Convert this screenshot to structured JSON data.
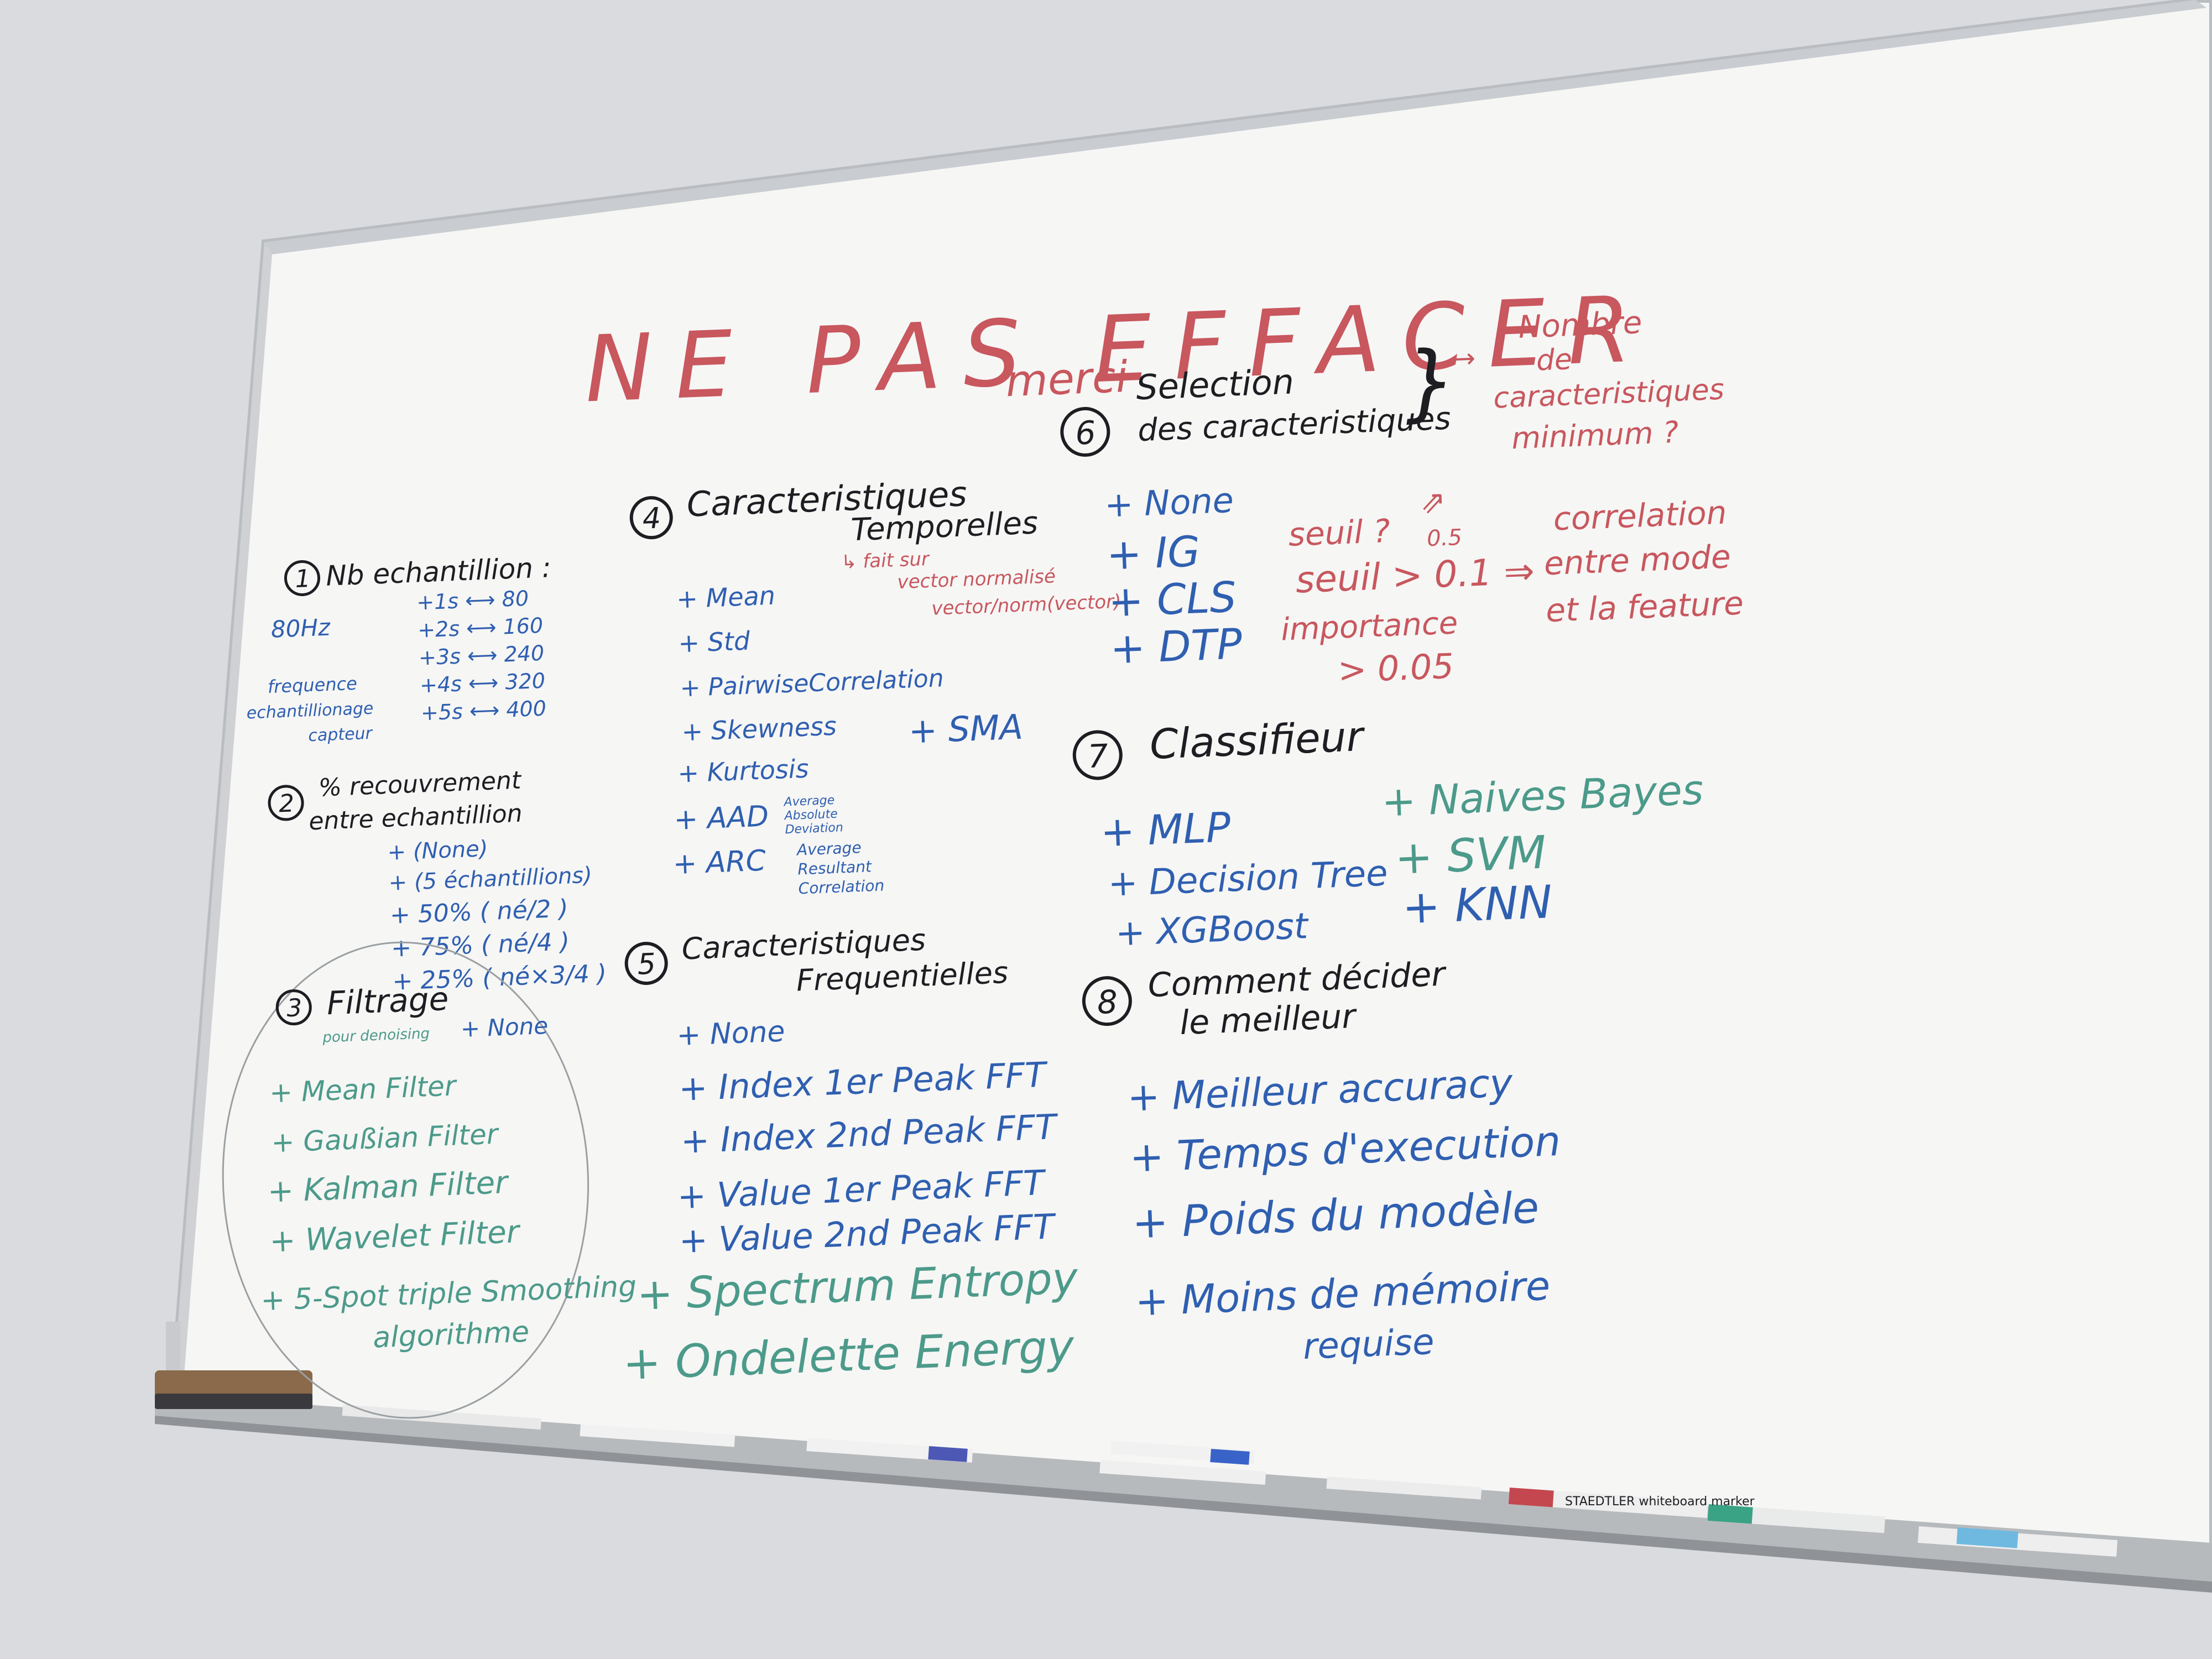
{
  "header": {
    "title": "NE PAS EFFACER",
    "thanks": "merci"
  },
  "section1": {
    "number": "1",
    "title": "Nb echantillion :",
    "freq": "80Hz",
    "freq_caption": [
      "frequence",
      "echantillionage",
      "capteur"
    ],
    "rows": [
      "+1s ⟷ 80",
      "+2s ⟷ 160",
      "+3s ⟷ 240",
      "+4s ⟷ 320",
      "+5s ⟷ 400"
    ]
  },
  "section2": {
    "number": "2",
    "title": [
      "% recouvrement",
      "entre echantillion"
    ],
    "items": [
      "+ (None)",
      "+ (5 échantillions)",
      "+ 50% ( né/2 )",
      "+ 75% ( né/4 )",
      "+ 25% ( né×3/4 )"
    ]
  },
  "section3": {
    "number": "3",
    "title": "Filtrage",
    "subtitle": "pour denoising",
    "none": "+ None",
    "items": [
      "+ Mean Filter",
      "+ Gaußian Filter",
      "+ Kalman Filter",
      "+ Wavelet Filter",
      "+ 5-Spot triple Smoothing",
      "algorithme"
    ]
  },
  "section4": {
    "number": "4",
    "title": "Caracteristiques",
    "title2": "Temporelles",
    "note": [
      "↳ fait sur",
      "vector normalisé",
      "vector/norm(vector)"
    ],
    "items": [
      "+ Mean",
      "+ Std",
      "+ PairwiseCorrelation",
      "+ Skewness",
      "+ Kurtosis",
      "+ AAD",
      "+ ARC"
    ],
    "extra": "+ SMA",
    "aad_note": [
      "Average",
      "Absolute",
      "Deviation"
    ],
    "arc_note": [
      "Average",
      "Resultant",
      "Correlation"
    ]
  },
  "section5": {
    "number": "5",
    "title": "Caracteristiques",
    "title2": "Frequentielles",
    "items": [
      "+ None",
      "+ Index 1er Peak FFT",
      "+ Index 2nd Peak FFT",
      "+ Value 1er Peak FFT",
      "+ Value 2nd Peak FFT"
    ],
    "green_items": [
      "+ Spectrum Entropy",
      "+ Ondelette Energy"
    ]
  },
  "section6": {
    "number": "6",
    "title": [
      "Selection",
      "des caracteristiques"
    ],
    "items": [
      "+ None",
      "+ IG",
      "+ CLS",
      "+ DTP"
    ],
    "notes": [
      "seuil ?",
      "seuil > 0.1 ⇒",
      "importance",
      "> 0.05"
    ],
    "arrow_note": "0.5",
    "side_note": [
      "Nombre",
      "de",
      "caracteristiques",
      "minimum ?"
    ],
    "corr_note": [
      "correlation",
      "entre mode",
      "et la feature"
    ]
  },
  "section7": {
    "number": "7",
    "title": "Classifieur",
    "items": [
      "+ MLP",
      "+ Decision Tree",
      "+ XGBoost"
    ],
    "green_items": [
      "+ Naives Bayes",
      "+ SVM",
      "+ KNN"
    ]
  },
  "section8": {
    "number": "8",
    "title": [
      "Comment décider",
      "le meilleur"
    ],
    "items": [
      "+ Meilleur accuracy",
      "+ Temps d'execution",
      "+ Poids du modèle",
      "+ Moins de mémoire",
      "requise"
    ]
  },
  "tray": {
    "marker_brand": "STAEDTLER whiteboard marker"
  }
}
